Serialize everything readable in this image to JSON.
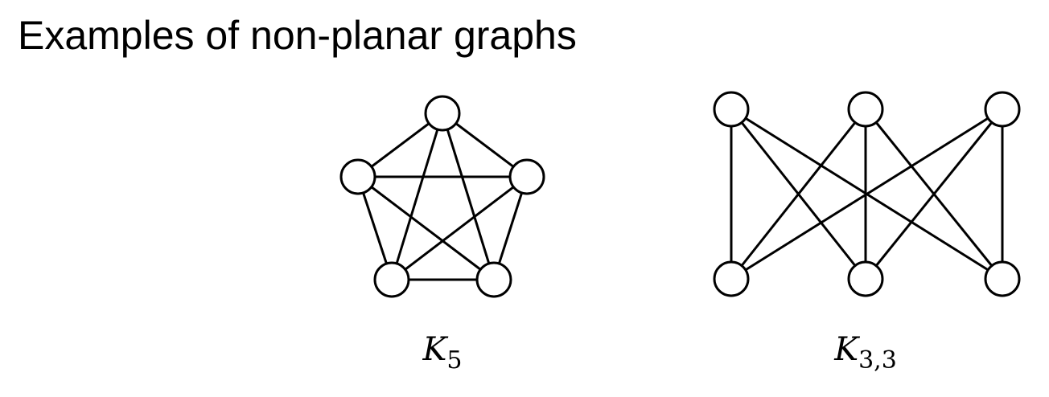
{
  "slide": {
    "title": "Examples of non-planar graphs"
  },
  "graphs": [
    {
      "id": "k5",
      "label": {
        "main": "K",
        "sub": "5"
      },
      "vertices": [
        "v1",
        "v2",
        "v3",
        "v4",
        "v5"
      ],
      "edges": [
        [
          "v1",
          "v2"
        ],
        [
          "v1",
          "v3"
        ],
        [
          "v1",
          "v4"
        ],
        [
          "v1",
          "v5"
        ],
        [
          "v2",
          "v3"
        ],
        [
          "v2",
          "v4"
        ],
        [
          "v2",
          "v5"
        ],
        [
          "v3",
          "v4"
        ],
        [
          "v3",
          "v5"
        ],
        [
          "v4",
          "v5"
        ]
      ]
    },
    {
      "id": "k33",
      "label": {
        "main": "K",
        "sub": "3,3"
      },
      "vertices": [
        "a1",
        "a2",
        "a3",
        "b1",
        "b2",
        "b3"
      ],
      "edges": [
        [
          "a1",
          "b1"
        ],
        [
          "a1",
          "b2"
        ],
        [
          "a1",
          "b3"
        ],
        [
          "a2",
          "b1"
        ],
        [
          "a2",
          "b2"
        ],
        [
          "a2",
          "b3"
        ],
        [
          "a3",
          "b1"
        ],
        [
          "a3",
          "b2"
        ],
        [
          "a3",
          "b3"
        ]
      ]
    }
  ]
}
